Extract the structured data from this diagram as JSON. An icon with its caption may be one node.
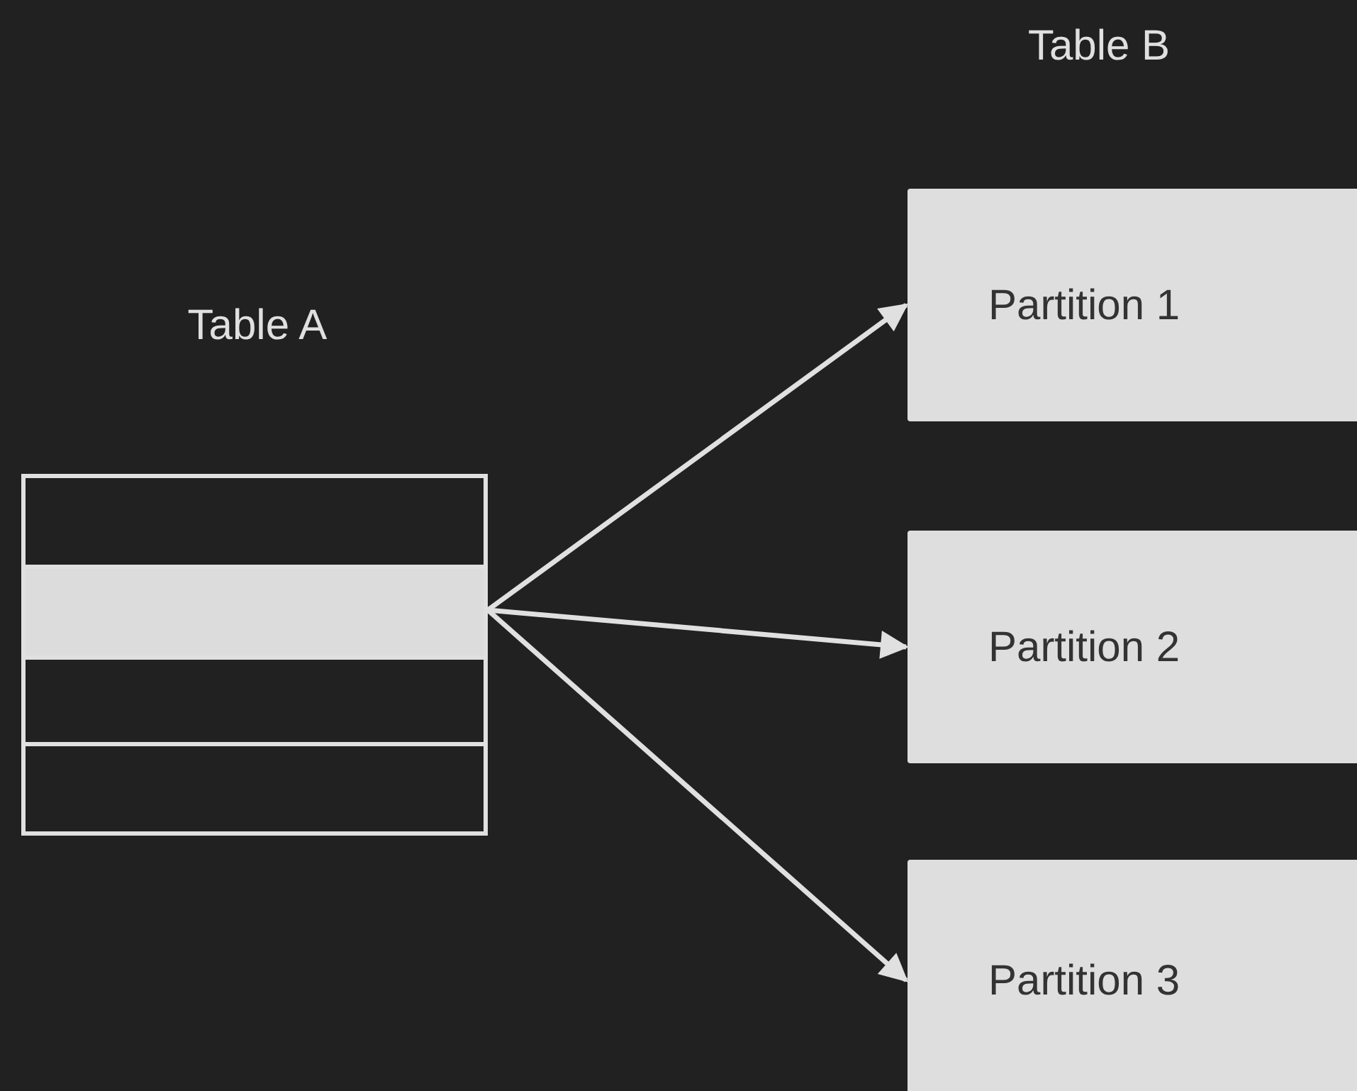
{
  "diagram": {
    "nodes": [
      {
        "text": [
          "Table A"
        ]
      },
      {
        "text": [],
        "shape": "box",
        "in": 0
      },
      {
        "text": [],
        "shape": "box",
        "in": 0
      },
      {
        "text": [],
        "shape": "box",
        "in": 0
      },
      {
        "text": [],
        "shape": "box",
        "in": 0
      },
      {
        "text": [
          "Partition 1"
        ]
      },
      {
        "text": [
          "Partition 2"
        ]
      },
      {
        "text": [
          "Partition 3"
        ]
      }
    ],
    "edges": [
      {
        "from": 2,
        "to": 5,
        "arrow": "to"
      },
      {
        "from": 2,
        "to": 6,
        "arrow": "to"
      },
      {
        "from": 2,
        "to": 7,
        "arrow": "to"
      }
    ],
    "labels": [
      "Table B"
    ]
  }
}
